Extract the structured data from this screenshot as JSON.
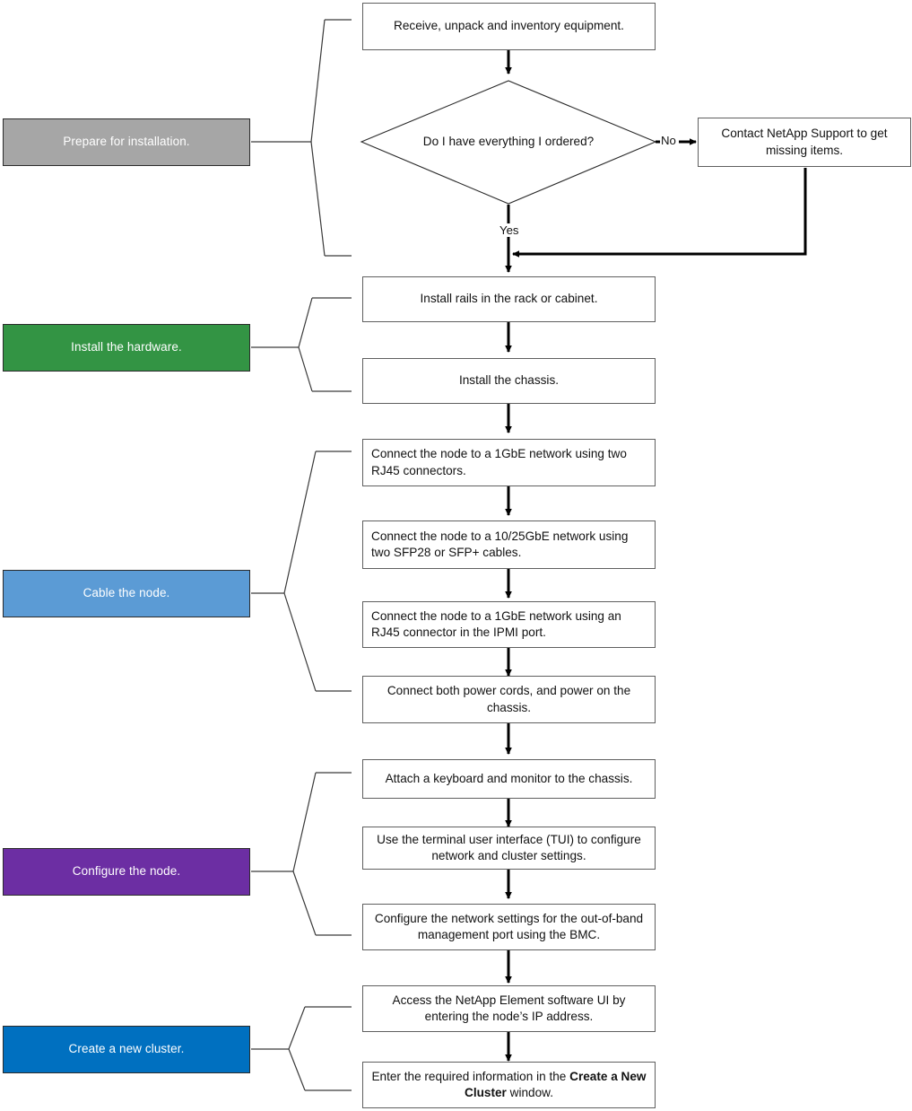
{
  "diagram": {
    "title": "NetApp storage node installation workflow",
    "type": "flowchart",
    "stages": [
      {
        "id": "prepare",
        "label": "Prepare for installation.",
        "color": "#a6a6a6",
        "text_color": "#ffffff"
      },
      {
        "id": "install-hardware",
        "label": "Install the hardware.",
        "color": "#339444",
        "text_color": "#ffffff"
      },
      {
        "id": "cable-node",
        "label": "Cable the node.",
        "color": "#5b9bd5",
        "text_color": "#ffffff"
      },
      {
        "id": "configure-node",
        "label": "Configure the node.",
        "color": "#6c2ea3",
        "text_color": "#ffffff"
      },
      {
        "id": "create-cluster",
        "label": "Create a new cluster.",
        "color": "#0070c0",
        "text_color": "#ffffff"
      }
    ],
    "steps": [
      {
        "id": "receive",
        "stage": "prepare",
        "text": "Receive, unpack and inventory equipment.",
        "align": "center"
      },
      {
        "id": "contact-support",
        "stage": "prepare",
        "text": "Contact NetApp Support to get missing items.",
        "align": "center"
      },
      {
        "id": "install-rails",
        "stage": "install-hardware",
        "text": "Install rails in the rack or cabinet.",
        "align": "center"
      },
      {
        "id": "install-chassis",
        "stage": "install-hardware",
        "text": "Install the chassis.",
        "align": "center"
      },
      {
        "id": "cable-1gbe",
        "stage": "cable-node",
        "text": "Connect the node to a 1GbE network using two RJ45 connectors.",
        "align": "left"
      },
      {
        "id": "cable-10-25gbe",
        "stage": "cable-node",
        "text": "Connect the node to a 10/25GbE network using two SFP28 or SFP+ cables.",
        "align": "left"
      },
      {
        "id": "cable-ipmi",
        "stage": "cable-node",
        "text": "Connect the node to a 1GbE network using an RJ45 connector in the IPMI port.",
        "align": "left"
      },
      {
        "id": "cable-power",
        "stage": "cable-node",
        "text": "Connect both power cords, and power on the chassis.",
        "align": "center"
      },
      {
        "id": "attach-kvm",
        "stage": "configure-node",
        "text": "Attach a keyboard and monitor to the chassis.",
        "align": "center"
      },
      {
        "id": "use-tui",
        "stage": "configure-node",
        "text": "Use the terminal user interface (TUI) to configure network and cluster settings.",
        "align": "center"
      },
      {
        "id": "configure-bmc",
        "stage": "configure-node",
        "text": "Configure the network settings for the out-of-band management port using the BMC.",
        "align": "center"
      },
      {
        "id": "access-element-ui",
        "stage": "create-cluster",
        "text": "Access the NetApp Element software UI by entering the node’s IP address.",
        "align": "center"
      }
    ],
    "rich_steps": [
      {
        "id": "enter-cluster-info",
        "stage": "create-cluster",
        "align": "center",
        "parts": [
          {
            "text": "Enter the required information in the ",
            "bold": false
          },
          {
            "text": "Create a New Cluster",
            "bold": true
          },
          {
            "text": " window.",
            "bold": false
          }
        ]
      }
    ],
    "decisions": [
      {
        "id": "have-everything",
        "stage": "prepare",
        "text": "Do I have everything I ordered?"
      }
    ],
    "edge_labels": [
      {
        "id": "branch-no",
        "text": "No"
      },
      {
        "id": "branch-yes",
        "text": "Yes"
      }
    ],
    "colors": {
      "connector_line": "#3a3a3a",
      "arrow": "#000000",
      "box_border": "#5f5f5f",
      "canvas": "#ffffff"
    }
  }
}
